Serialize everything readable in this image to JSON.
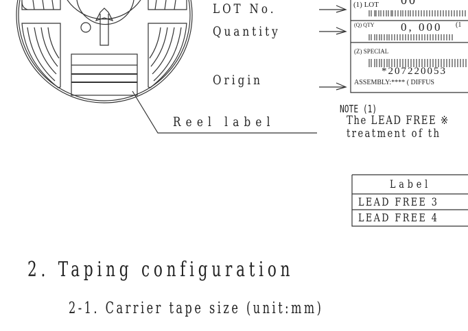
{
  "reel_fields": {
    "lot": "LOT No.",
    "quantity": "Quantity",
    "origin": "Origin",
    "reel_label": "Reel label"
  },
  "label_sample": {
    "lot_prefix": "(1) LOT",
    "lot_value": "00",
    "qty_prefix": "(Q) QTY",
    "qty_value": "0, 000",
    "qty_note": "(1",
    "special": "(Z) SPECIAL",
    "special_code": "*207220053",
    "assembly": "ASSEMBLY:**** ( DIFFUS"
  },
  "note": {
    "title": "NOTE (1)",
    "line1": "The LEAD FREE ※",
    "line2": "treatment of th"
  },
  "label_table": {
    "header": "Label",
    "rows": [
      "LEAD FREE 3",
      "LEAD FREE 4"
    ]
  },
  "section": {
    "heading": "2. Taping configuration",
    "subheading": "2-1. Carrier tape size (unit:mm)"
  }
}
